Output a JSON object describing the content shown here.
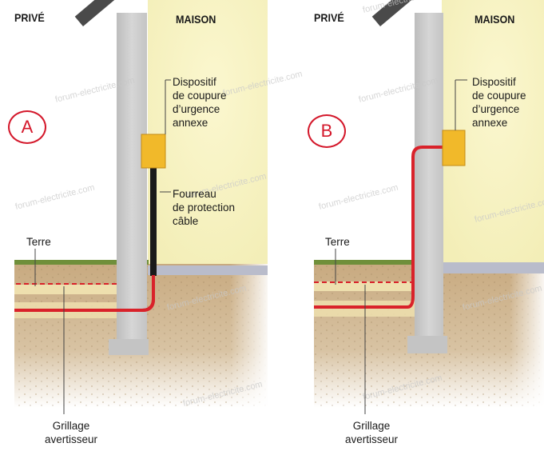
{
  "panels": [
    {
      "id": "A",
      "badge": "A",
      "left_header": "PRIVÉ",
      "right_header": "MAISON",
      "device_label": [
        "Dispositif",
        "de coupure",
        "d’urgence",
        "annexe"
      ],
      "sleeve_label": [
        "Fourreau",
        "de protection",
        "câble"
      ],
      "earth_label": "Terre",
      "mesh_label": [
        "Grillage",
        "avertisseur"
      ]
    },
    {
      "id": "B",
      "badge": "B",
      "left_header": "PRIVÉ",
      "right_header": "MAISON",
      "device_label": [
        "Dispositif",
        "de coupure",
        "d’urgence",
        "annexe"
      ],
      "earth_label": "Terre",
      "mesh_label": [
        "Grillage",
        "avertisseur"
      ]
    }
  ],
  "watermark": "forum-electricite.com",
  "colors": {
    "cable": "#d9222a",
    "house_wall": "#f6f3c2",
    "soil": "#c9ab82",
    "grass": "#6f8f3a",
    "foundation": "#b5b8c4",
    "column": "#cdcdcd",
    "device_box": "#f1b92a",
    "sleeve": "#1a1a1a",
    "badge": "#d4182b"
  }
}
